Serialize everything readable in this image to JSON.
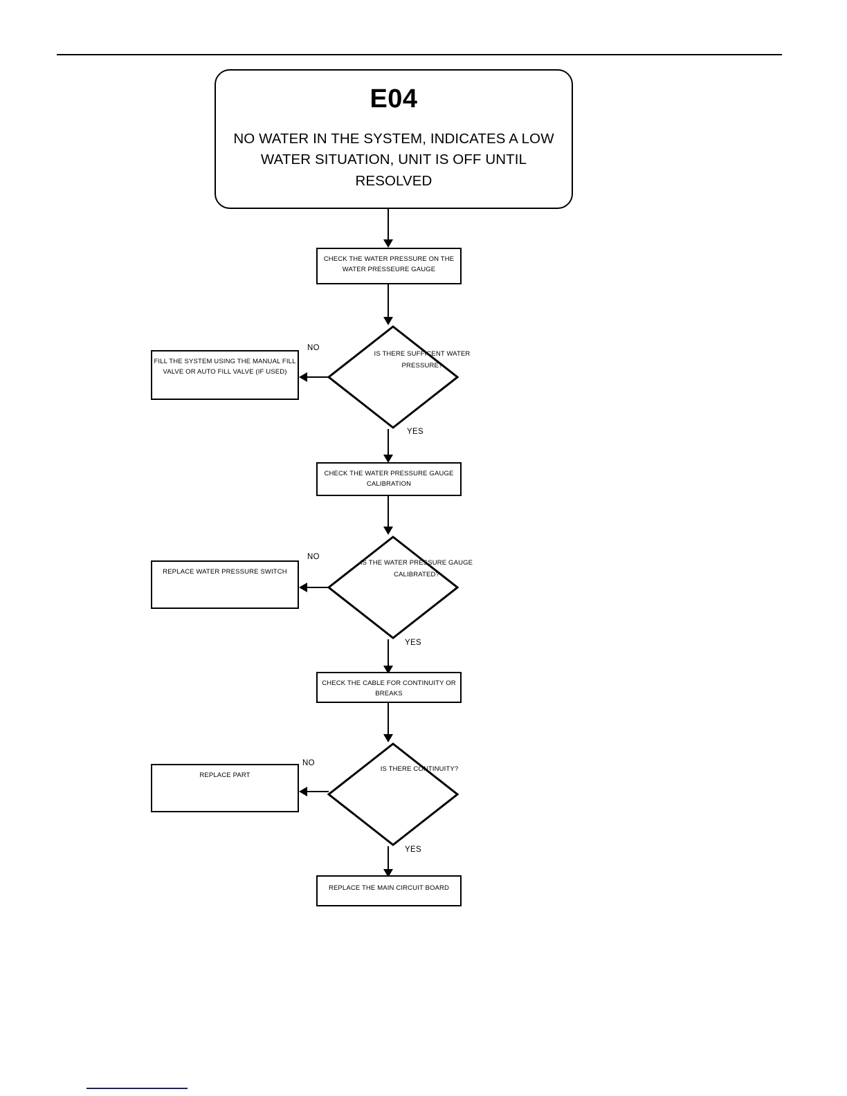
{
  "document": {
    "has_header_rule": true,
    "has_footer_rule": true,
    "footer_rule_color": "#1f1f6e"
  },
  "flowchart": {
    "title_box": {
      "code": "E04",
      "description": "NO WATER IN THE SYSTEM, INDICATES A LOW WATER SITUATION, UNIT IS OFF UNTIL RESOLVED"
    },
    "steps": {
      "check_pressure": "CHECK THE WATER PRESSURE ON THE WATER PRESSEURE GAUGE",
      "check_calibration": "CHECK THE WATER PRESSURE GAUGE CALIBRATION",
      "check_cable": "CHECK THE CABLE FOR CONTINUITY OR BREAKS",
      "replace_board": "REPLACE THE MAIN CIRCUIT BOARD"
    },
    "decisions": {
      "sufficient_pressure": "IS THERE SUFFICENT WATER PRESSURE?",
      "gauge_calibrated": "IS THE WATER PRESSURE GAUGE CALIBRATED?",
      "continuity": "IS THERE CONTINUITY?"
    },
    "outcomes": {
      "fill_system": "FILL THE SYSTEM USING THE MANUAL FILL VALVE OR AUTO FILL VALVE (IF USED)",
      "replace_switch": "REPLACE WATER PRESSURE SWITCH",
      "replace_part": "REPLACE PART"
    },
    "edge_labels": {
      "no_1": "NO",
      "yes_1": "YES",
      "no_2": "NO",
      "yes_2": "YES",
      "no_3": "NO",
      "yes_3": "YES"
    }
  }
}
